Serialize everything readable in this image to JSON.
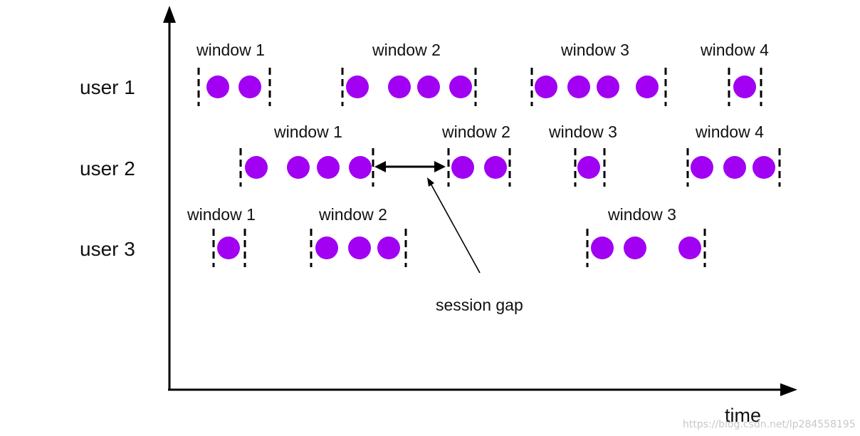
{
  "colors": {
    "event": "#a100f2",
    "axis": "#000000",
    "text": "#111111",
    "watermark": "#c8c8c8"
  },
  "axis": {
    "x_label": "time"
  },
  "rows": [
    {
      "label": "user 1",
      "windows": [
        {
          "label": "window 1",
          "events": 2
        },
        {
          "label": "window 2",
          "events": 4
        },
        {
          "label": "window 3",
          "events": 4
        },
        {
          "label": "window 4",
          "events": 1
        }
      ]
    },
    {
      "label": "user 2",
      "windows": [
        {
          "label": "window 1",
          "events": 4
        },
        {
          "label": "window 2",
          "events": 2
        },
        {
          "label": "window 3",
          "events": 1
        },
        {
          "label": "window 4",
          "events": 3
        }
      ]
    },
    {
      "label": "user 3",
      "windows": [
        {
          "label": "window 1",
          "events": 1
        },
        {
          "label": "window 2",
          "events": 3
        },
        {
          "label": "window 3",
          "events": 3
        }
      ]
    }
  ],
  "annotation": {
    "label": "session gap"
  },
  "watermark": "https://blog.csdn.net/lp284558195"
}
